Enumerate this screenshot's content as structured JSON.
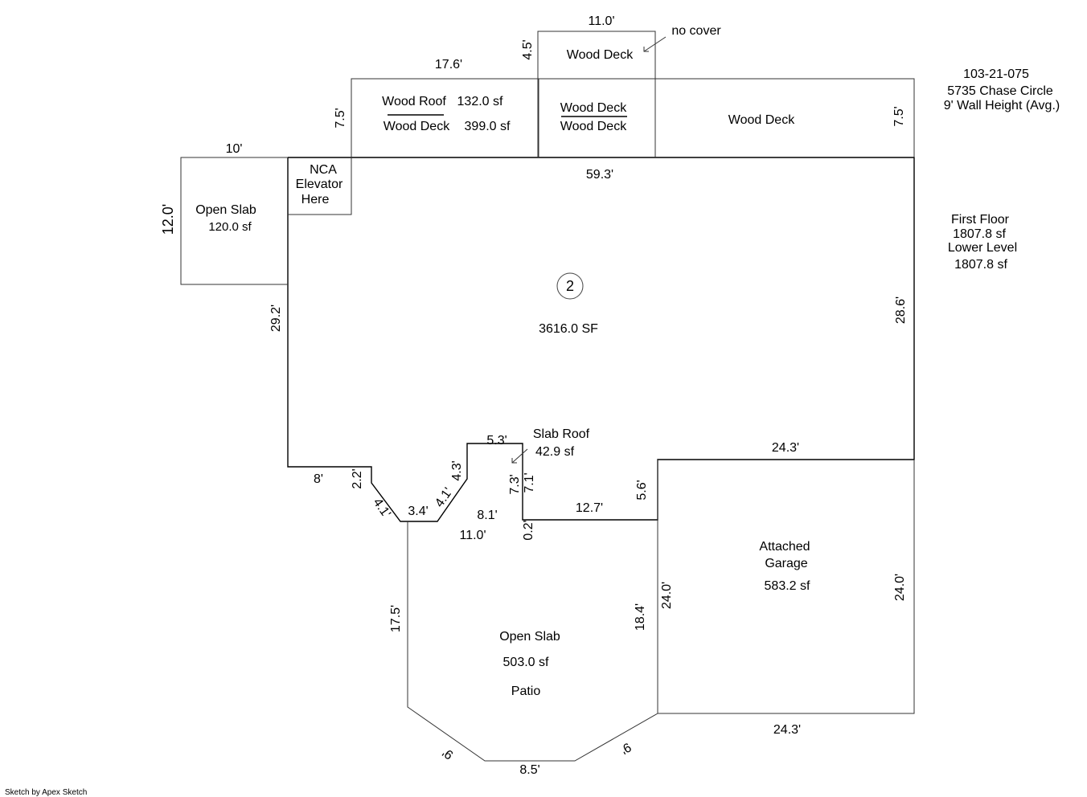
{
  "header": {
    "parcel_id": "103-21-075",
    "address": "5735 Chase Circle",
    "wall_height": "9' Wall Height (Avg.)"
  },
  "summary": {
    "first_floor_label": "First Floor",
    "first_floor_area": "1807.8 sf",
    "lower_level_label": "Lower Level",
    "lower_level_area": "1807.8 sf"
  },
  "main_area": {
    "marker": "2",
    "area": "3616.0 SF"
  },
  "areas": {
    "open_slab_left": {
      "name": "Open Slab",
      "area": "120.0 sf"
    },
    "nca": {
      "line1": "NCA",
      "line2": "Elevator",
      "line3": "Here"
    },
    "wood_roof": {
      "name": "Wood Roof",
      "area": "132.0 sf"
    },
    "wood_deck_left": {
      "name": "Wood Deck",
      "area": "399.0 sf"
    },
    "wood_deck_mid_top": "Wood Deck",
    "wood_deck_mid_bottom": "Wood Deck",
    "wood_deck_upper": "Wood Deck",
    "wood_deck_right": "Wood Deck",
    "no_cover": "no cover",
    "slab_roof": {
      "name": "Slab Roof",
      "area": "42.9 sf"
    },
    "open_slab_patio": {
      "name": "Open Slab",
      "area": "503.0 sf",
      "note": "Patio"
    },
    "garage": {
      "line1": "Attached",
      "line2": "Garage",
      "area": "583.2 sf"
    }
  },
  "dimensions": {
    "d_11_0_top": "11.0'",
    "d_4_5": "4.5'",
    "d_17_6": "17.6'",
    "d_7_5_left": "7.5'",
    "d_7_5_right": "7.5'",
    "d_10": "10'",
    "d_12_0": "12.0'",
    "d_59_3": "59.3'",
    "d_28_6": "28.6'",
    "d_29_2": "29.2'",
    "d_8": "8'",
    "d_2_2": "2.2'",
    "d_4_1_a": "4.1'",
    "d_3_4": "3.4'",
    "d_4_1_b": "4.1'",
    "d_4_3": "4.3'",
    "d_5_3": "5.3'",
    "d_7_3": "7.3'",
    "d_7_1": "7.1'",
    "d_8_1": "8.1'",
    "d_11_0_mid": "11.0'",
    "d_0_2": "0.2'",
    "d_12_7": "12.7'",
    "d_5_6": "5.6'",
    "d_24_3_top": "24.3'",
    "d_24_3_bottom": "24.3'",
    "d_24_0_left": "24.0'",
    "d_24_0_right": "24.0'",
    "d_17_5": "17.5'",
    "d_18_4": "18.4'",
    "d_9_left": "9'",
    "d_9_right": "9'",
    "d_8_5": "8.5'"
  },
  "footer": {
    "credit": "Sketch by Apex Sketch"
  }
}
